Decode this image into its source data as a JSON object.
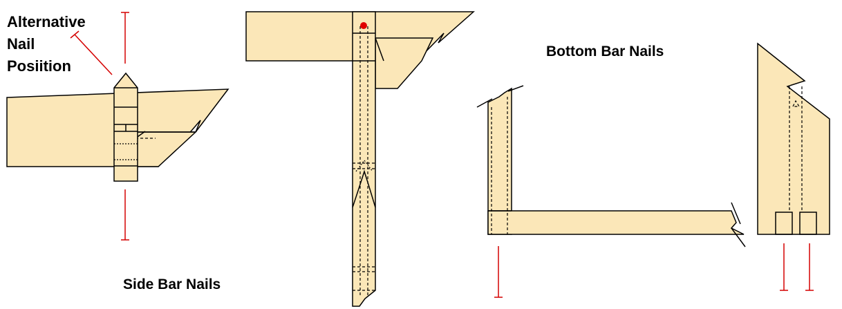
{
  "labels": {
    "alternative_lines": [
      "Alternative",
      "Nail",
      "Posiition"
    ],
    "bottom_bar": "Bottom Bar Nails",
    "side_bar": "Side Bar Nails"
  },
  "colors": {
    "wood": "#fbe7b8",
    "outline": "#000000",
    "indicator": "#d40000",
    "nail_point": "#e00000"
  }
}
